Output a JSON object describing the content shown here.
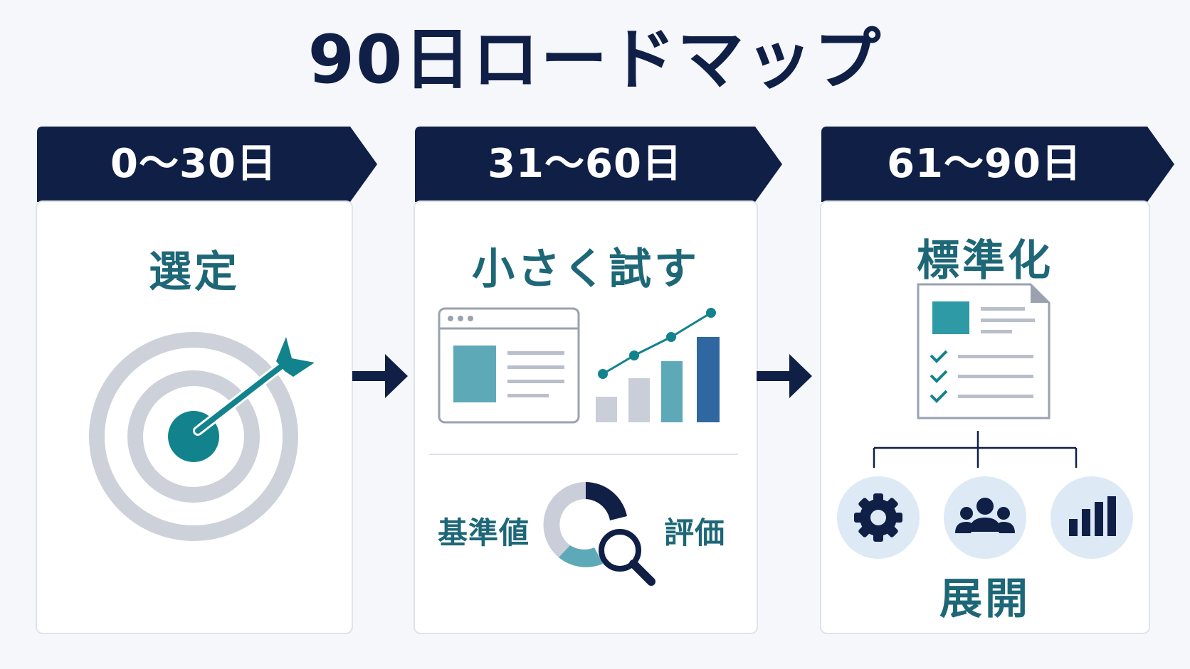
{
  "title": "90日ロードマップ",
  "phases": [
    {
      "period": "0〜30日",
      "heading": "選定"
    },
    {
      "period": "31〜60日",
      "heading": "小さく試す",
      "left_label": "基準値",
      "right_label": "評価"
    },
    {
      "period": "61〜90日",
      "heading": "標準化",
      "footer": "展開"
    }
  ],
  "colors": {
    "navy": "#0f1f45",
    "teal": "#12838d",
    "teal_text": "#1d6777",
    "gray": "#c9ced8",
    "light_blue": "#ddeaf6",
    "blue": "#2f67a1"
  },
  "icons": [
    "target-icon",
    "arrow-icon",
    "browser-window-icon",
    "growth-chart-icon",
    "donut-chart-icon",
    "magnifier-icon",
    "checklist-document-icon",
    "gear-icon",
    "team-icon",
    "bar-chart-icon"
  ]
}
